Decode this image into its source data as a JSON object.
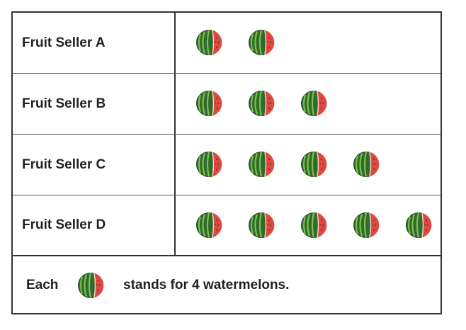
{
  "chart_data": {
    "type": "table",
    "rows": [
      {
        "label": "Fruit Seller A",
        "icons": 2
      },
      {
        "label": "Fruit Seller B",
        "icons": 3
      },
      {
        "label": "Fruit Seller C",
        "icons": 4
      },
      {
        "label": "Fruit Seller D",
        "icons": 5
      }
    ],
    "key": {
      "each": "Each",
      "icon": "watermelon-icon",
      "text": "stands for 4 watermelons.",
      "value": 4
    }
  },
  "colors": {
    "rind_dark": "#2f6b2f",
    "rind_light": "#7fbf4a",
    "flesh": "#e0473e",
    "seeds": "#333333",
    "border": "#333333"
  }
}
